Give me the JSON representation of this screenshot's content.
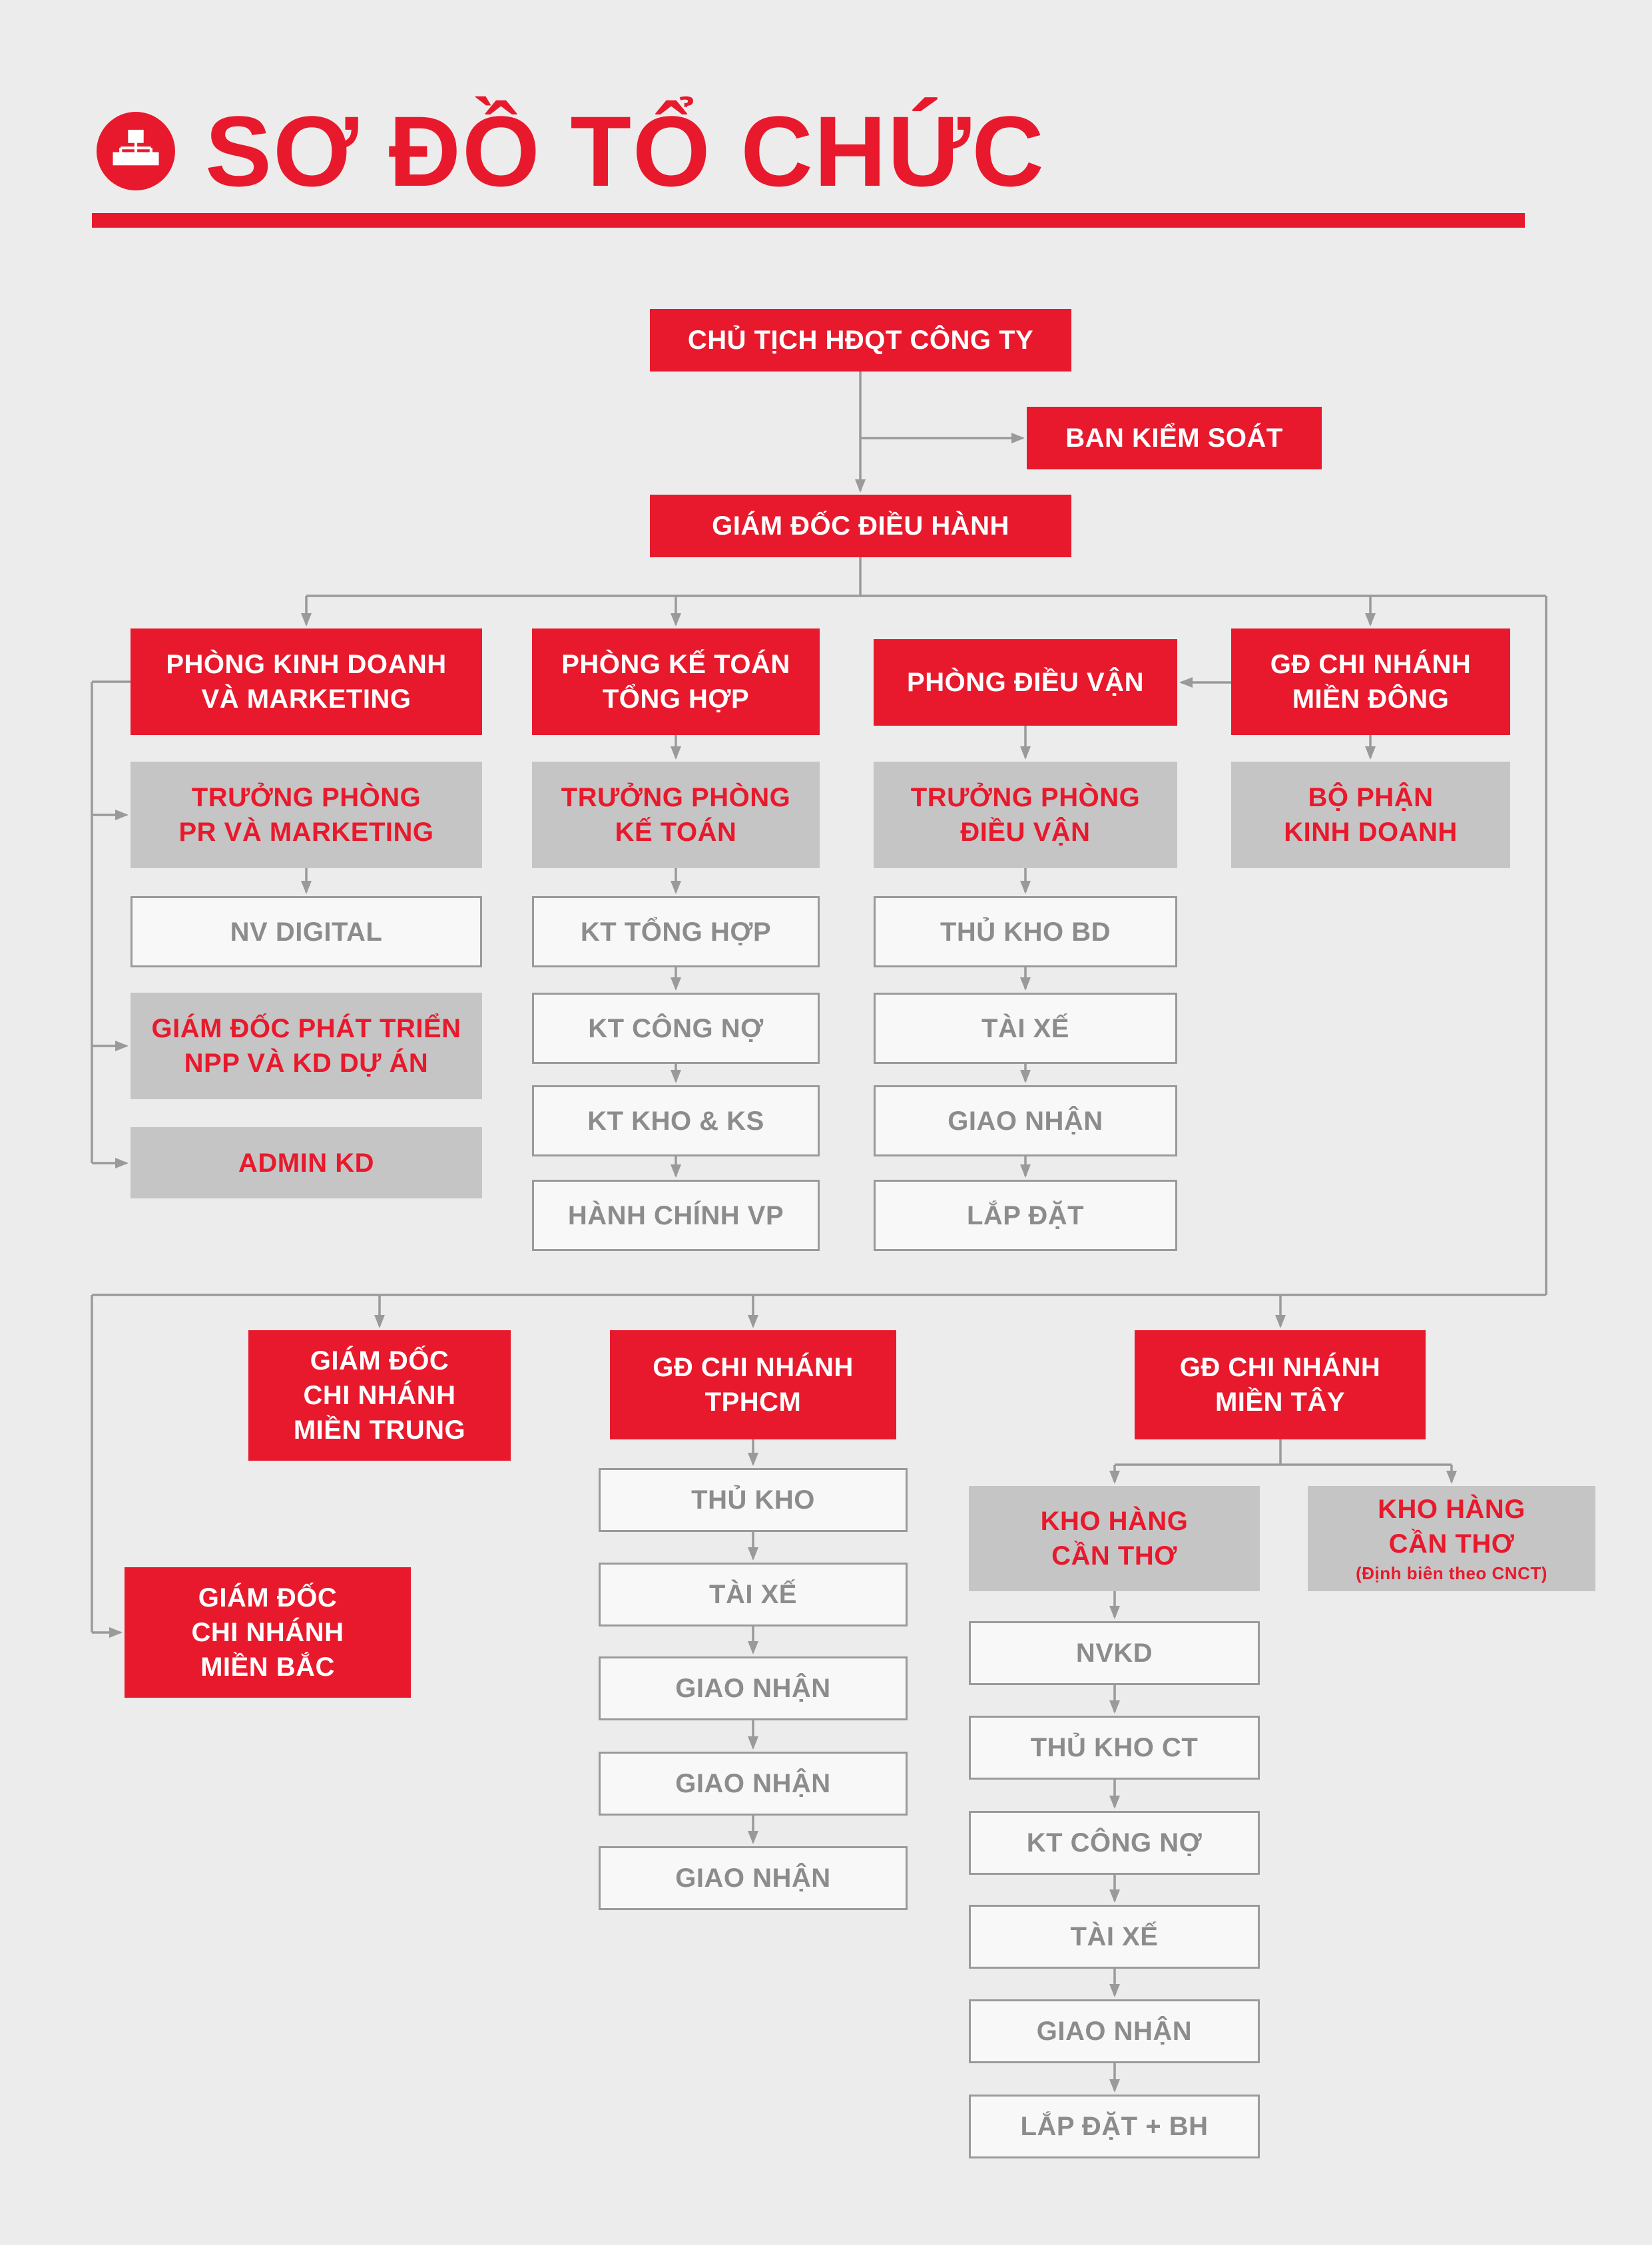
{
  "page": {
    "title": "SƠ ĐỒ TỔ CHỨC",
    "bg_color": "#ECECEC",
    "accent_red": "#E8192C",
    "gray_box_color": "#C5C5C5",
    "line_color": "#9A9A9A",
    "icon": "org-chart-icon"
  },
  "nodes": {
    "chu_tich": {
      "lines": [
        "CHỦ TỊCH HĐQT CÔNG TY"
      ]
    },
    "ban_kiem_soat": {
      "lines": [
        "BAN KIỂM SOÁT"
      ]
    },
    "giam_doc_dieu_hanh": {
      "lines": [
        "GIÁM ĐỐC ĐIỀU HÀNH"
      ]
    },
    "phong_kinh_doanh": {
      "lines": [
        "PHÒNG KINH DOANH",
        "VÀ MARKETING"
      ]
    },
    "truong_phong_pr": {
      "lines": [
        "TRƯỞNG PHÒNG",
        "PR VÀ MARKETING"
      ]
    },
    "nv_digital": {
      "lines": [
        "NV DIGITAL"
      ]
    },
    "gd_phat_trien": {
      "lines": [
        "GIÁM ĐỐC PHÁT TRIỂN",
        "NPP VÀ KD DỰ ÁN"
      ]
    },
    "admin_kd": {
      "lines": [
        "ADMIN KD"
      ]
    },
    "phong_ke_toan": {
      "lines": [
        "PHÒNG KẾ TOÁN",
        "TỔNG HỢP"
      ]
    },
    "truong_phong_ke_toan": {
      "lines": [
        "TRƯỞNG PHÒNG",
        "KẾ TOÁN"
      ]
    },
    "kt_tong_hop": {
      "lines": [
        "KT TỔNG HỢP"
      ]
    },
    "kt_cong_no": {
      "lines": [
        "KT CÔNG NỢ"
      ]
    },
    "kt_kho_ks": {
      "lines": [
        "KT KHO & KS"
      ]
    },
    "hanh_chinh_vp": {
      "lines": [
        "HÀNH CHÍNH VP"
      ]
    },
    "phong_dieu_van": {
      "lines": [
        "PHÒNG ĐIỀU VẬN"
      ]
    },
    "truong_phong_dieu_van": {
      "lines": [
        "TRƯỞNG PHÒNG",
        "ĐIỀU VẬN"
      ]
    },
    "thu_kho_bd": {
      "lines": [
        "THỦ KHO BD"
      ]
    },
    "tai_xe_dv": {
      "lines": [
        "TÀI XẾ"
      ]
    },
    "giao_nhan_dv": {
      "lines": [
        "GIAO NHẬN"
      ]
    },
    "lap_dat_dv": {
      "lines": [
        "LẮP ĐẶT"
      ]
    },
    "gd_mien_dong": {
      "lines": [
        "GĐ CHI NHÁNH",
        "MIỀN ĐÔNG"
      ]
    },
    "bo_phan_kinh_doanh": {
      "lines": [
        "BỘ PHẬN",
        "KINH DOANH"
      ]
    },
    "gd_mien_trung": {
      "lines": [
        "GIÁM ĐỐC",
        "CHI NHÁNH",
        "MIỀN TRUNG"
      ]
    },
    "gd_tphcm": {
      "lines": [
        "GĐ CHI NHÁNH",
        "TPHCM"
      ]
    },
    "thu_kho_hcm": {
      "lines": [
        "THỦ KHO"
      ]
    },
    "tai_xe_hcm": {
      "lines": [
        "TÀI XẾ"
      ]
    },
    "giao_nhan_hcm_1": {
      "lines": [
        "GIAO NHẬN"
      ]
    },
    "giao_nhan_hcm_2": {
      "lines": [
        "GIAO NHẬN"
      ]
    },
    "giao_nhan_hcm_3": {
      "lines": [
        "GIAO NHẬN"
      ]
    },
    "gd_mien_tay": {
      "lines": [
        "GĐ CHI NHÁNH",
        "MIỀN TÂY"
      ]
    },
    "kho_hang_can_tho_1": {
      "lines": [
        "KHO HÀNG",
        "CẦN THƠ"
      ]
    },
    "kho_hang_can_tho_2": {
      "lines": [
        "KHO HÀNG",
        "CẦN THƠ"
      ],
      "sub": "(Định biên theo CNCT)"
    },
    "nvkd": {
      "lines": [
        "NVKD"
      ]
    },
    "thu_kho_ct": {
      "lines": [
        "THỦ KHO CT"
      ]
    },
    "kt_cong_no_ct": {
      "lines": [
        "KT CÔNG NỢ"
      ]
    },
    "tai_xe_ct": {
      "lines": [
        "TÀI XẾ"
      ]
    },
    "giao_nhan_ct": {
      "lines": [
        "GIAO NHẬN"
      ]
    },
    "lap_dat_bh": {
      "lines": [
        "LẮP ĐẶT + BH"
      ]
    },
    "gd_mien_bac": {
      "lines": [
        "GIÁM ĐỐC",
        "CHI NHÁNH",
        "MIỀN BẮC"
      ]
    }
  }
}
